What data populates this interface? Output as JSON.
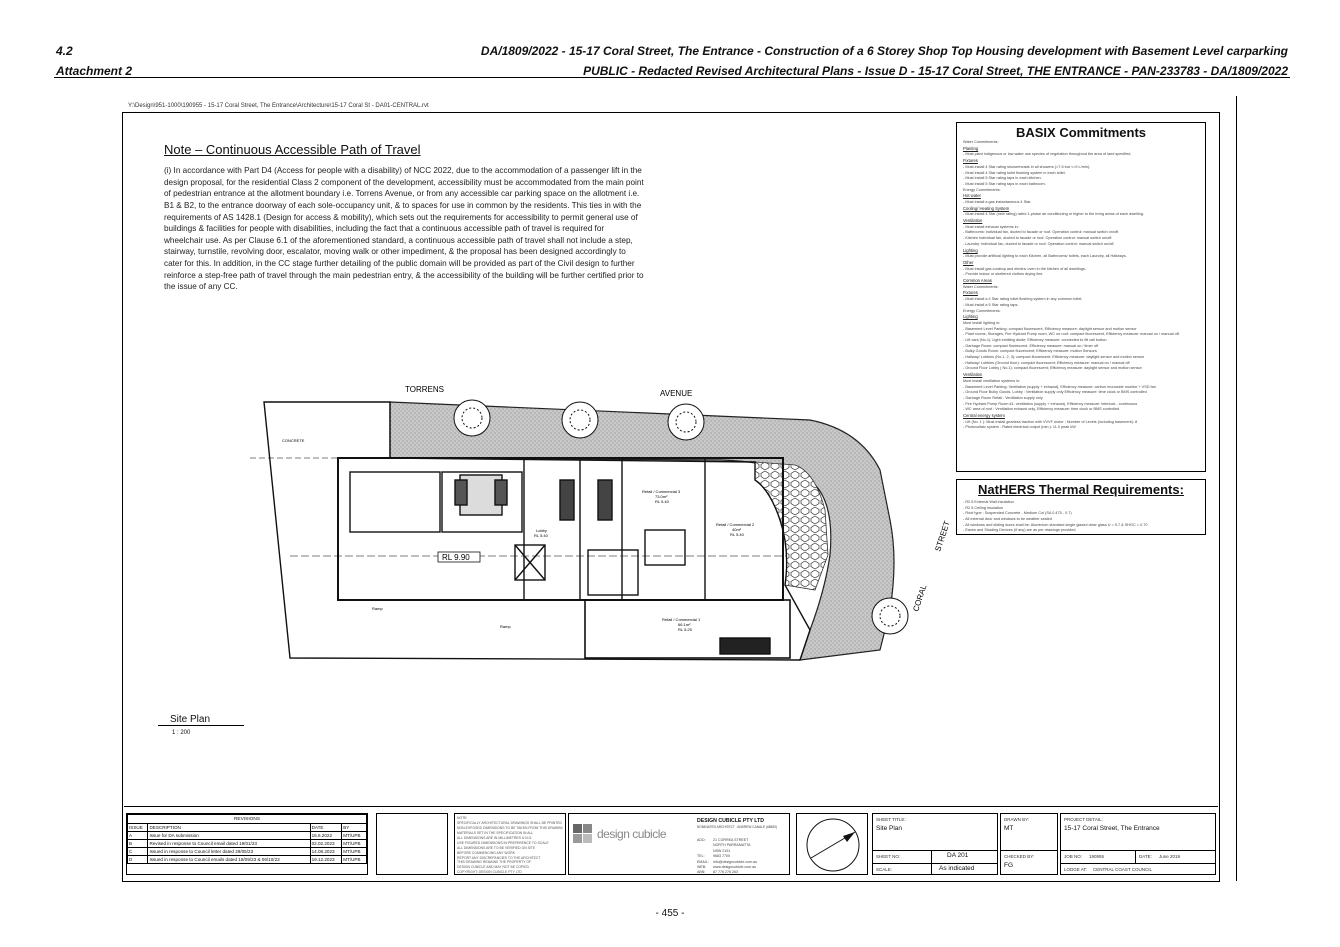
{
  "header": {
    "item_no": "4.2",
    "attachment": "Attachment 2",
    "title_line1": "DA/1809/2022 - 15-17 Coral Street, The Entrance - Construction of a 6 Storey Shop Top Housing development with Basement Level carparking",
    "title_line2": "PUBLIC - Redacted Revised Architectural Plans - Issue D - 15-17 Coral Street, THE ENTRANCE - PAN-233783 - DA/1809/2022"
  },
  "file_path": "Y:\\Design\\951-1000\\190955 - 15-17 Coral Street, The Entrance\\Architecture\\15-17 Coral St - DA01-CENTRAL.rvt",
  "note": {
    "heading": "Note – Continuous Accessible Path of Travel",
    "body": "(i) In accordance with Part D4 (Access for people with a disability) of NCC 2022, due to the accommodation of a passenger lift in the design proposal, for the residential Class 2 component of the development, accessibility must be accommodated from the main point of pedestrian entrance at the allotment boundary i.e. Torrens Avenue, or from any accessible car parking space on the allotment i.e. B1 & B2, to the entrance doorway of each sole-occupancy unit, & to spaces for use in common by the residents. This ties in with the requirements of AS 1428.1 (Design for access & mobility), which sets out the requirements for accessibility to permit general use of buildings & facilities for people with disabilities, including the fact that a continuous accessible path of travel is required for wheelchair use. As per Clause 6.1 of the aforementioned standard, a continuous accessible path of travel shall not include a step, stairway, turnstile, revolving door, escalator, moving walk or other impediment, & the proposal has been designed accordingly to cater for this. In addition, in the CC stage further detailing of the public domain will be provided as part of the Civil design to further reinforce a step-free path of travel through the main pedestrian entry, & the accessibility of the building will be further certified prior to the issue of any CC."
  },
  "basix": {
    "title": "BASIX Commitments",
    "lines": [
      {
        "t": "Water Commitments:",
        "h": false
      },
      {
        "t": "Planting",
        "h": true
      },
      {
        "t": "- Must plant indigenous or low water use species of vegetation throughout the area of land specified.",
        "h": false
      },
      {
        "t": "Fixtures",
        "h": true
      },
      {
        "t": "- Must install 4 Star rating showerheads in all showers (>7.5 but <=9 L/min).",
        "h": false
      },
      {
        "t": "- Must install 4 Star rating toilet flushing system in each toilet.",
        "h": false
      },
      {
        "t": "- Must install 5 Star rating taps in each kitchen.",
        "h": false
      },
      {
        "t": "- Must install 5 Star rating taps in each bathroom.",
        "h": false
      },
      {
        "t": "Energy Commitments:",
        "h": false
      },
      {
        "t": "Hot water",
        "h": true
      },
      {
        "t": "- Must install a gas instantaneous 4 Star.",
        "h": false
      },
      {
        "t": "Cooling/ Heating System",
        "h": true
      },
      {
        "t": "- Must install 4 Star (new rating) rated 1-phase air conditioning or higher to the living areas of each dwelling.",
        "h": false
      },
      {
        "t": "Ventilation",
        "h": true
      },
      {
        "t": "- Must install exhaust systems in:",
        "h": false
      },
      {
        "t": "- Bathrooms: individual fan, ducted to facade or roof. Operation control: manual switch on/off.",
        "h": false
      },
      {
        "t": "- Kitchen individual fan, ducted to facade or roof. Operation control: manual switch on/off.",
        "h": false
      },
      {
        "t": "- Laundry: individual fan, ducted to facade or roof. Operation control: manual switch on/off.",
        "h": false
      },
      {
        "t": "Lighting",
        "h": true
      },
      {
        "t": "- Must provide artificial lighting to each Kitchen, all Bathrooms/ toilets, each Laundry, all Hallways.",
        "h": false
      },
      {
        "t": "Other",
        "h": true
      },
      {
        "t": "- Must install gas cooktop and electric oven in the kitchen of all dwellings.",
        "h": false
      },
      {
        "t": "- Provide indoor or sheltered clothes drying line.",
        "h": false
      },
      {
        "t": "Common Areas",
        "h": true
      },
      {
        "t": "Water Commitments:",
        "h": false
      },
      {
        "t": "Fixtures",
        "h": true
      },
      {
        "t": "- Must install a 4 Star rating toilet flushing system in any common toilet.",
        "h": false
      },
      {
        "t": "- Must install a 5 Star rating taps.",
        "h": false
      },
      {
        "t": "Energy Commitments:",
        "h": false
      },
      {
        "t": "Lighting",
        "h": true
      },
      {
        "t": "Must install lighting in:",
        "h": false
      },
      {
        "t": "- Basement Level Parking: compact fluorescent, Efficiency measure: daylight sensor and motion sensor",
        "h": false
      },
      {
        "t": "- Plant rooms, Storages, Fire Hydrant Pump room, WC on roof: compact fluorescent, Efficiency measure: manual on / manual off.",
        "h": false
      },
      {
        "t": "- Lift cars (No.1): Light emitting diode; Efficiency measure: connected to lift call button",
        "h": false
      },
      {
        "t": "- Garbage Room: compact fluorescent, Efficiency measure: manual on / timer off",
        "h": false
      },
      {
        "t": "- Bulky Goods Room: compact fluorescent; Efficiency measure: motion Sensors",
        "h": false
      },
      {
        "t": "- Hallway/ Lobbies (No.1, 2, 3): compact fluorescent; Efficiency measure: daylight sensor and motion sensor",
        "h": false
      },
      {
        "t": "- Hallway/ Lobbies (Ground floor): compact fluorescent; Efficiency measure: manual on / manual off",
        "h": false
      },
      {
        "t": "- Ground Floor Lobby ( No.1): compact fluorescent; Efficiency measure: daylight sensor and motion sensor",
        "h": false
      },
      {
        "t": "Ventilation",
        "h": true
      },
      {
        "t": "Must install ventilation systems in:",
        "h": false
      },
      {
        "t": "- Basement Level Parking: Ventilation (supply + exhaust), Efficiency measure: carbon monoxide monitor + VSD fan",
        "h": false
      },
      {
        "t": "- Ground Floor Bulky Goods, Lobby : Ventilation supply only Efficiency measure: time clock or BMS controlled",
        "h": false
      },
      {
        "t": "- Garbage Room Retail : Ventilation supply only",
        "h": false
      },
      {
        "t": "- Fire Hydrant Pump Room #1: ventilation (supply + exhaust), Efficiency measure: interlock - continuous",
        "h": false
      },
      {
        "t": "- WC area of roof : Ventilation exhaust only, Efficiency measure: time clock or BMS controlled",
        "h": false
      },
      {
        "t": "Central energy system",
        "h": true
      },
      {
        "t": "- Lift (No. 1 ): Must install gearless traction with VVVF motor ; Number of Levels (including basement): 8",
        "h": false
      },
      {
        "t": "- Photovoltaic system : Rated electrical output (min.): 11.0 peak kW",
        "h": false
      }
    ]
  },
  "nathers": {
    "title": "NatHERS Thermal Requirements:",
    "lines": [
      "- R2.5 External Wall insulation",
      "- R2.5 Ceiling insulation",
      "- Roof type : Suspended Concrete - Medium Col (SA 0.475 - 0.7)",
      "- All external door and windows to be weather sealed",
      "- All windows and sliding doors shall be: Aluminium standard single glazed clear glass U = 5.7 & SHGC = 0.70",
      "- Eaves and Shading Devices (if any) are as per drawings provided"
    ]
  },
  "plan": {
    "street_torrens": "TORRENS",
    "street_avenue": "AVENUE",
    "street_street": "STREET",
    "street_coral": "CORAL",
    "rl_tag": "RL 9.90",
    "retail_3": [
      "Retail / Commercial 3",
      "73.0m²",
      "RL 5.40"
    ],
    "retail_2": [
      "Retail / Commercial 2",
      "40m²",
      "RL 5.40"
    ],
    "retail_1": [
      "Retail / Commercial 1",
      "66.1m²",
      "RL 5.25"
    ],
    "lobby": [
      "Lobby",
      "RL 5.40"
    ],
    "ramp": "Ramp",
    "concrete": "CONCRETE"
  },
  "site_plan": {
    "title": "Site Plan",
    "scale": "1 : 200"
  },
  "revisions": {
    "caption": "REVISIONS",
    "headers": [
      "ISSUE",
      "DESCRIPTION",
      "DATE",
      "BY"
    ],
    "rows": [
      [
        "A",
        "Issue for DA submission",
        "15.6.2022",
        "MT/UPB"
      ],
      [
        "B",
        "Revised in response to Council email dated 19/01/23",
        "02.02.2023",
        "MT/UPB"
      ],
      [
        "C",
        "Issued in response to Council letter dated 29/05/23",
        "14.08.2023",
        "MT/UPB"
      ],
      [
        "D",
        "Issued in response to Council emails dated 18/09/23 & 06/10/23",
        "19.12.2023",
        "MT/UPB"
      ]
    ]
  },
  "notes_block": [
    "NOTE:",
    "SPECIFICALLY ARCHITECTURAL DRAWINGS SHALL BE PRINTED IN COLOUR",
    "NON-EXPOSED DIMENSIONS TO BE TAKEN FROM THIS DRAWING",
    "MATERIALS SET IN THE SPECIFICATION IN ALL",
    "ALL DIMENSIONS ARE IN MILLIMETRES U.N.O.",
    "USE FIGURED DIMENSIONS IN PREFERENCE TO SCALE",
    "ALL DIMENSIONS ARE TO BE VERIFIED ON SITE",
    "BEFORE COMMENCING ANY WORK",
    "REPORT ANY DISCREPANCIES TO THE ARCHITECT",
    "THIS DRAWING REMAINS THE PROPERTY OF",
    "DESIGN CUBICLE AND MAY NOT BE COPIED",
    "COPYRIGHT: DESIGN CUBICLE PTY LTD"
  ],
  "firm": {
    "logo_text": "design cubicle",
    "name": "DESIGN CUBICLE PTY LTD",
    "sub": "NOMINATED ARCHITECT : ANDREW CANALE (#8583)",
    "contact": [
      [
        "ADD:",
        "21 CORREA STREET"
      ],
      [
        "",
        "NORTH PARRAMATTA"
      ],
      [
        "",
        "NSW 2151"
      ],
      [
        "TEL:",
        "9683 7700"
      ],
      [
        "EMAIL:",
        "info@designcubicle.com.au"
      ],
      [
        "WEB:",
        "www.designcubicle.com.au"
      ],
      [
        "ABN:",
        "87 776 276 263"
      ]
    ]
  },
  "titleblock": {
    "sheet_title_label": "SHEET TITLE:",
    "sheet_title": "Site Plan",
    "sheet_no_label": "SHEET NO:",
    "sheet_no": "DA 201",
    "scale_label": "SCALE:",
    "scale": "As indicated",
    "drawn_label": "DRAWN BY:",
    "drawn": "MT",
    "checked_label": "CHECKED BY:",
    "checked": "FG",
    "project_label": "PROJECT DETAIL:",
    "project": "15-17 Coral Street, The Entrance",
    "job_label": "JOB NO:",
    "job": "190955",
    "date_label": "DATE:",
    "date": "June 2019",
    "lodge_label": "LODGE AT:",
    "lodge": "CENTRAL COAST COUNCIL"
  },
  "page_number": "- 455 -"
}
